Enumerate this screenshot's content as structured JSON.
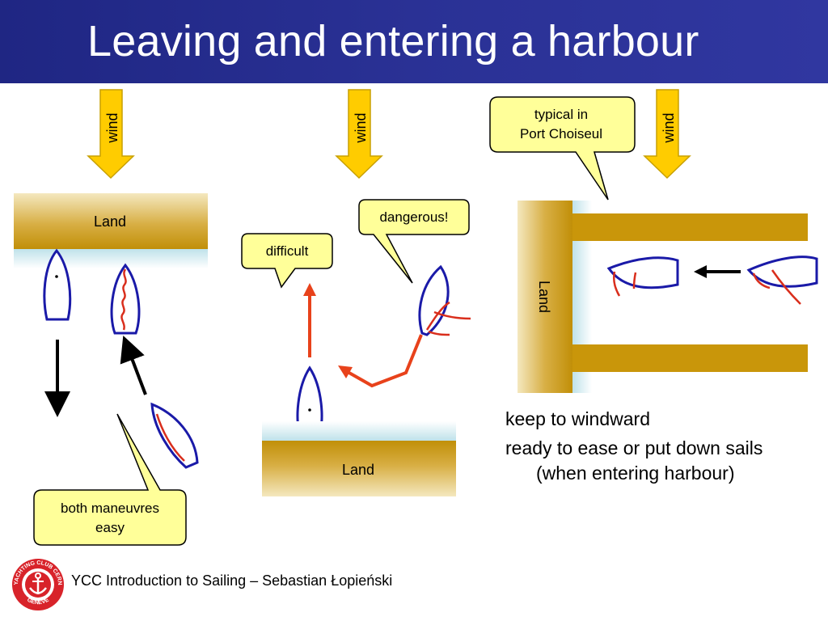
{
  "title": "Leaving and entering a harbour",
  "labels": {
    "wind": "wind",
    "land": "Land"
  },
  "callouts": {
    "difficult": "difficult",
    "dangerous": "dangerous!",
    "typical_line1": "typical in",
    "typical_line2": "Port Choiseul",
    "both_line1": "both maneuvres",
    "both_line2": "easy"
  },
  "notes": {
    "line1": "keep to windward",
    "line2": "ready to ease or put down sails",
    "line3": "(when entering harbour)"
  },
  "footer": {
    "text": "YCC Introduction to Sailing – Sebastian Łopieński",
    "logo_text_top": "YACHTING CLUB CERN",
    "logo_text_bottom": "GENEVE"
  },
  "colors": {
    "title_bg": "#27308f",
    "land": "#c9960a",
    "water": "#cbe9ef",
    "callout": "#ffff99",
    "wind_arrow": "#ffcc00",
    "boat": "#1a1aa8",
    "path_red": "#e8421b",
    "sail_red": "#d92e1c"
  }
}
